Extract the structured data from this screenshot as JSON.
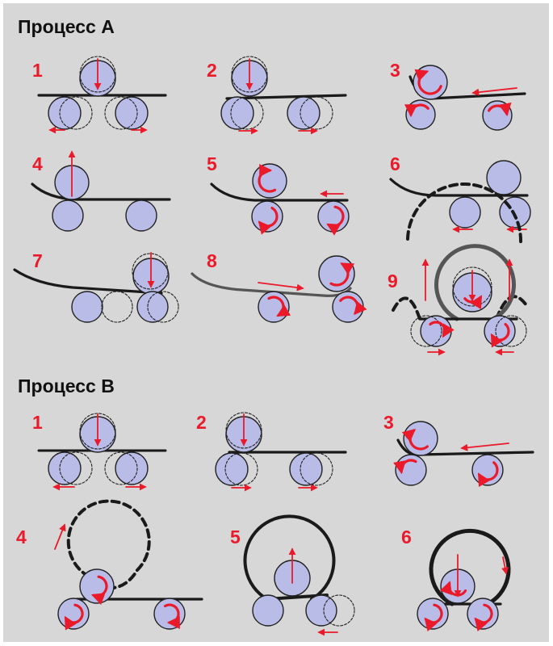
{
  "colors": {
    "background": "#d7d7d7",
    "roller": "#b8bce6",
    "arrow": "#ea1a2a",
    "sheet": "#1a1a1a"
  },
  "process_a": {
    "title": "Процесс А",
    "steps": [
      "1",
      "2",
      "3",
      "4",
      "5",
      "6",
      "7",
      "8",
      "9"
    ]
  },
  "process_b": {
    "title": "Процесс В",
    "steps": [
      "1",
      "2",
      "3",
      "4",
      "5",
      "6"
    ]
  }
}
